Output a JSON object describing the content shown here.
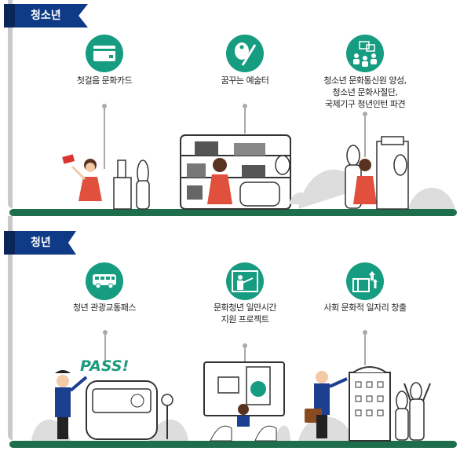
{
  "sections": [
    {
      "title": "청소년",
      "items": [
        {
          "label": "첫걸음 문화카드",
          "icon": "card-icon"
        },
        {
          "label": "꿈꾸는 예술터",
          "icon": "palette-icon"
        },
        {
          "label": "청소년 문화통신원 양성,\n청소년 문화사절단,\n국제기구 청년인턴 파견",
          "icon": "people-chat-icon"
        }
      ]
    },
    {
      "title": "청년",
      "items": [
        {
          "label": "청년 관광교통패스",
          "icon": "bus-icon"
        },
        {
          "label": "문화청년 일만시간\n지원 프로젝트",
          "icon": "teacher-board-icon"
        },
        {
          "label": "사회 문화적 일자리 창출",
          "icon": "job-growth-icon"
        }
      ]
    }
  ],
  "pass_text": "PASS!",
  "colors": {
    "teal": "#169c80",
    "navy": "#0e3a86",
    "ground": "#1f6e4b"
  }
}
